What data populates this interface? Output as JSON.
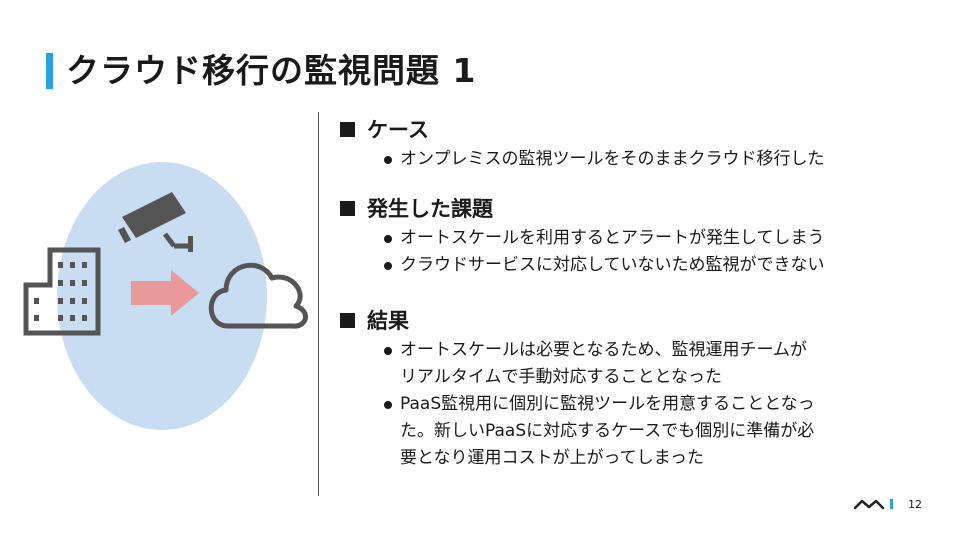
{
  "slide": {
    "title": "クラウド移行の監視問題 1",
    "page_number": "12"
  },
  "sections": [
    {
      "heading": "ケース",
      "items": [
        "オンプレミスの監視ツールをそのままクラウド移行した"
      ]
    },
    {
      "heading": "発生した課題",
      "items": [
        "オートスケールを利用するとアラートが発生してしまう",
        "クラウドサービスに対応していないため監視ができない"
      ]
    },
    {
      "heading": "結果",
      "items": [
        "オートスケールは必要となるため、監視運用チームが\nリアルタイムで手動対応することとなった",
        "PaaS監視用に個別に監視ツールを用意することとなっ\nた。新しいPaaSに対応するケースでも個別に準備が必\n要となり運用コストが上がってしまった"
      ]
    }
  ],
  "colors": {
    "accent": "#29a3e0",
    "ellipse": "#c9ddf2",
    "arrow": "#e89a9a",
    "icon": "#555555"
  },
  "icons": {
    "camera": "security-camera-icon",
    "building": "building-icon",
    "arrow": "arrow-right-icon",
    "cloud": "cloud-icon",
    "logo": "brand-logo-icon"
  }
}
